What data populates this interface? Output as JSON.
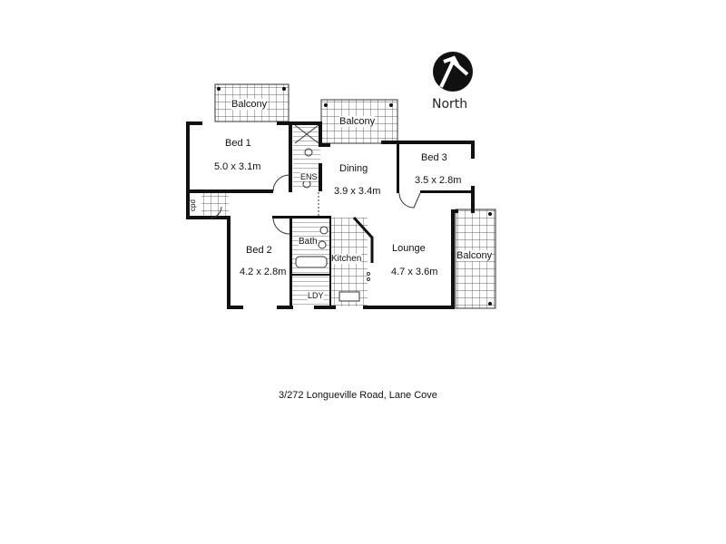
{
  "compass": {
    "label": "North"
  },
  "rooms": [
    {
      "id": "bed1",
      "name": "Bed 1",
      "dims": "5.0 x 3.1m"
    },
    {
      "id": "dining",
      "name": "Dining",
      "dims": "3.9 x 3.4m"
    },
    {
      "id": "bed3",
      "name": "Bed 3",
      "dims": "3.5 x 2.8m"
    },
    {
      "id": "bed2",
      "name": "Bed 2",
      "dims": "4.2 x 2.8m"
    },
    {
      "id": "lounge",
      "name": "Lounge",
      "dims": "4.7 x 3.6m"
    }
  ],
  "utility_labels": {
    "ens": "ENS",
    "bath": "Bath",
    "kitchen": "Kitchen",
    "ldy": "LDY",
    "cpd": "cpd"
  },
  "balconies": [
    "Balcony",
    "Balcony",
    "Balcony"
  ],
  "address": "3/272 Longueville Road, Lane Cove"
}
